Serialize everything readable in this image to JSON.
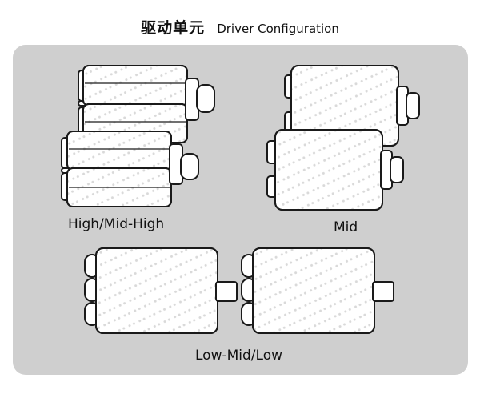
{
  "header": {
    "title_cn": "驱动单元",
    "title_en": "Driver Configuration"
  },
  "configurations": [
    {
      "label": "High/Mid-High"
    },
    {
      "label": "Mid"
    },
    {
      "label": "Low-Mid/Low"
    }
  ],
  "colors": {
    "panel": "#cfcfcf",
    "driver_body": "#ffffff",
    "outline": "#1a1a1a",
    "watermark_dots": "#d9d9d9"
  }
}
